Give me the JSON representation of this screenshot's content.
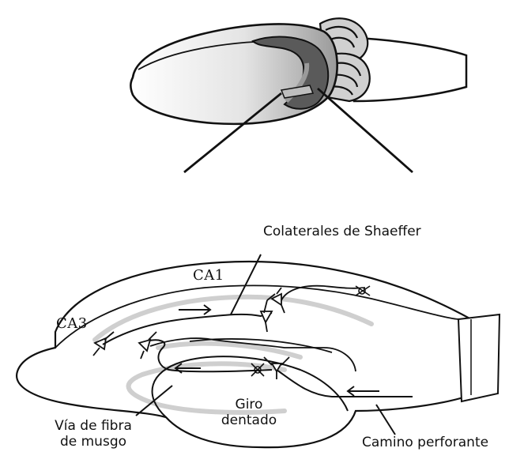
{
  "diagram": {
    "labels": {
      "schaffer_collaterals": "Colaterales de Shaeffer",
      "ca1": "CA1",
      "ca3": "CA3",
      "dentate_gyrus_line1": "Giro",
      "dentate_gyrus_line2": "dentado",
      "mossy_fiber_line1": "Vía de fibra",
      "mossy_fiber_line2": "de musgo",
      "perforant_path": "Camino perforante"
    },
    "colors": {
      "ink": "#111111",
      "hippocampus_dark": "#555555",
      "hippocampus_mid": "#8a8a8a",
      "cerebellum": "#c8c8c8",
      "pyramidal_layer": "#cfcfcf"
    }
  }
}
